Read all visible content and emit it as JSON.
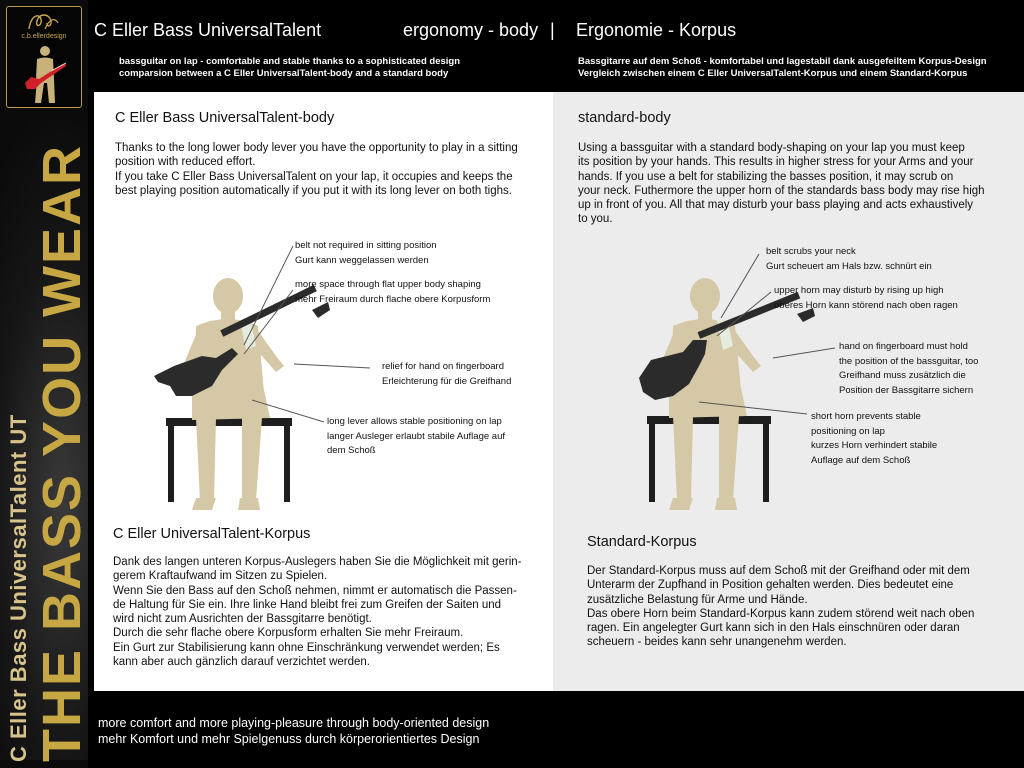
{
  "logo": {
    "brand_text": "c.b.ellerdesign"
  },
  "sidebar": {
    "brand_text": "C Eller Bass  UniversalTalent UT",
    "slogan_text": "THE BASS YOU WEAR"
  },
  "header": {
    "title_main": "C Eller Bass UniversalTalent",
    "title_en": "ergonomy - body",
    "separator": "|",
    "title_de": "Ergonomie - Korpus",
    "sub_en_1": "bassguitar on lap - comfortable and stable thanks to a sophisticated design",
    "sub_en_2": "comparsion between a C Eller UniversalTalent-body and a standard body",
    "sub_de_1": "Bassgitarre auf dem Schoß - komfortabel und lagestabil dank ausgefeiltem Korpus-Design",
    "sub_de_2": "Vergleich zwischen einem C Eller UniversalTalent-Korpus und einem Standard-Korpus"
  },
  "left": {
    "heading_en": "C Eller Bass UniversalTalent-body",
    "para_en": [
      "Thanks to the long lower body lever you have the opportunity to play in a sitting",
      "position with reduced effort.",
      "If you take C Eller Bass UniversalTalent on your lap, it occupies and keeps the",
      "best playing position automatically if you put it with its long lever on both tighs."
    ],
    "ann1": [
      "belt not required in sitting position",
      "Gurt kann weggelassen werden"
    ],
    "ann2": [
      "more space through flat upper body shaping",
      "mehr Freiraum durch flache obere Korpusform"
    ],
    "ann3": [
      "relief for hand on fingerboard",
      "Erleichterung für die Greifhand"
    ],
    "ann4": [
      "long lever allows stable positioning on lap",
      "langer Ausleger erlaubt stabile Auflage auf",
      "dem Schoß"
    ],
    "heading_de": "C Eller UniversalTalent-Korpus",
    "para_de": [
      "Dank des langen unteren Korpus-Auslegers haben Sie die Möglichkeit mit gerin-",
      "gerem Kraftaufwand im Sitzen zu Spielen.",
      "Wenn Sie den Bass auf den Schoß nehmen, nimmt er automatisch die Passen-",
      "de Haltung für Sie ein. Ihre linke Hand bleibt frei zum Greifen der Saiten und",
      "wird nicht zum Ausrichten der Bassgitarre benötigt.",
      "Durch die sehr flache obere Korpusform erhalten Sie mehr Freiraum.",
      "Ein Gurt zur Stabilisierung kann ohne Einschränkung verwendet werden; Es",
      "kann aber auch gänzlich darauf verzichtet werden."
    ]
  },
  "right": {
    "heading_en": "standard-body",
    "para_en": [
      "Using a bassguitar with a standard body-shaping on your lap you must keep",
      "its position by your hands. This results in higher stress for your Arms and your",
      "hands. If you use a belt for stabilizing the basses position, it may scrub on",
      "your neck. Futhermore the upper horn of the standards bass body may rise high",
      "up in front of you. All that may disturb your bass playing and acts exhaustively",
      "to you."
    ],
    "ann1": [
      "belt scrubs your neck",
      "Gurt scheuert am Hals bzw. schnürt ein"
    ],
    "ann2": [
      "upper horn may disturb by rising up high",
      "oberes Horn kann störend nach oben ragen"
    ],
    "ann3": [
      "hand on fingerboard must hold",
      "the position of the bassguitar, too",
      "Greifhand muss zusätzlich die",
      "Position der Bassgitarre sichern"
    ],
    "ann4": [
      "short horn prevents stable",
      "positioning on lap",
      "kurzes Horn verhindert stabile",
      "Auflage auf dem Schoß"
    ],
    "heading_de": "Standard-Korpus",
    "para_de": [
      "Der Standard-Korpus muss auf dem Schoß mit der Greifhand oder mit dem",
      "Unterarm der Zupfhand in Position gehalten werden. Dies bedeutet eine",
      "zusätzliche Belastung für Arme und Hände.",
      "Das obere Horn beim Standard-Korpus kann zudem störend weit nach oben",
      "ragen. Ein angelegter Gurt kann sich in den Hals einschnüren oder daran",
      "scheuern - beides kann sehr unangenehm werden."
    ]
  },
  "footer": {
    "line_en": "more comfort and more playing-pleasure through body-oriented design",
    "line_de": "mehr Komfort und mehr Spielgenuss durch körperorientiertes Design"
  },
  "colors": {
    "figure": "#d5c8a6",
    "belt": "#e6ebe0",
    "bass": "#2b2b2b",
    "gold": "#c7a743"
  }
}
